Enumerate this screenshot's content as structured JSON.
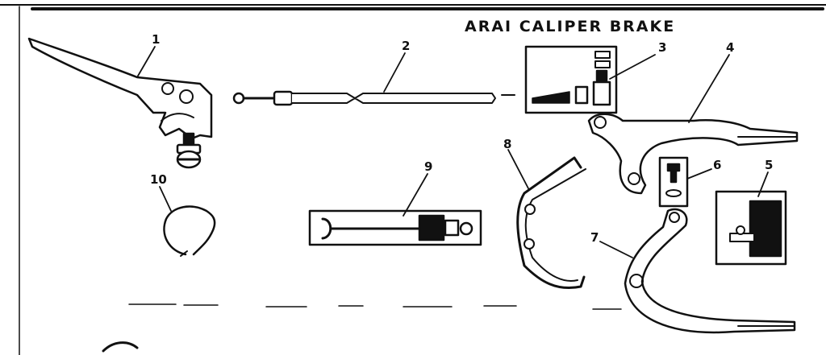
{
  "title": "ARAI CALIPER BRAKE",
  "callouts": [
    "1",
    "2",
    "3",
    "4",
    "5",
    "6",
    "7",
    "8",
    "9",
    "10"
  ],
  "colors": {
    "ink": "#111111",
    "paper": "#ffffff"
  }
}
